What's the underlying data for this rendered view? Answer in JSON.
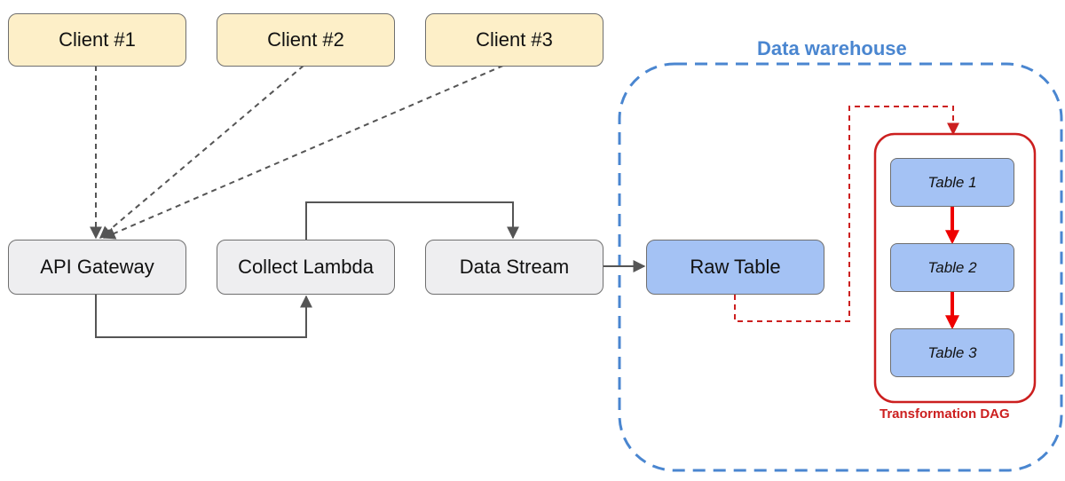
{
  "clients": [
    {
      "label": "Client #1"
    },
    {
      "label": "Client #2"
    },
    {
      "label": "Client #3"
    }
  ],
  "services": {
    "api_gateway": "API Gateway",
    "collect_lambda": "Collect Lambda",
    "data_stream": "Data Stream",
    "raw_table": "Raw Table"
  },
  "warehouse": {
    "title": "Data warehouse"
  },
  "dag": {
    "title": "Transformation DAG",
    "tables": [
      "Table 1",
      "Table 2",
      "Table 3"
    ]
  },
  "colors": {
    "client_fill": "#fdefc8",
    "service_fill": "#eeeef0",
    "table_fill": "#a4c2f4",
    "warehouse_border": "#4a86d0",
    "dag_red": "#cc1f1f",
    "arrow_gray": "#555555"
  }
}
